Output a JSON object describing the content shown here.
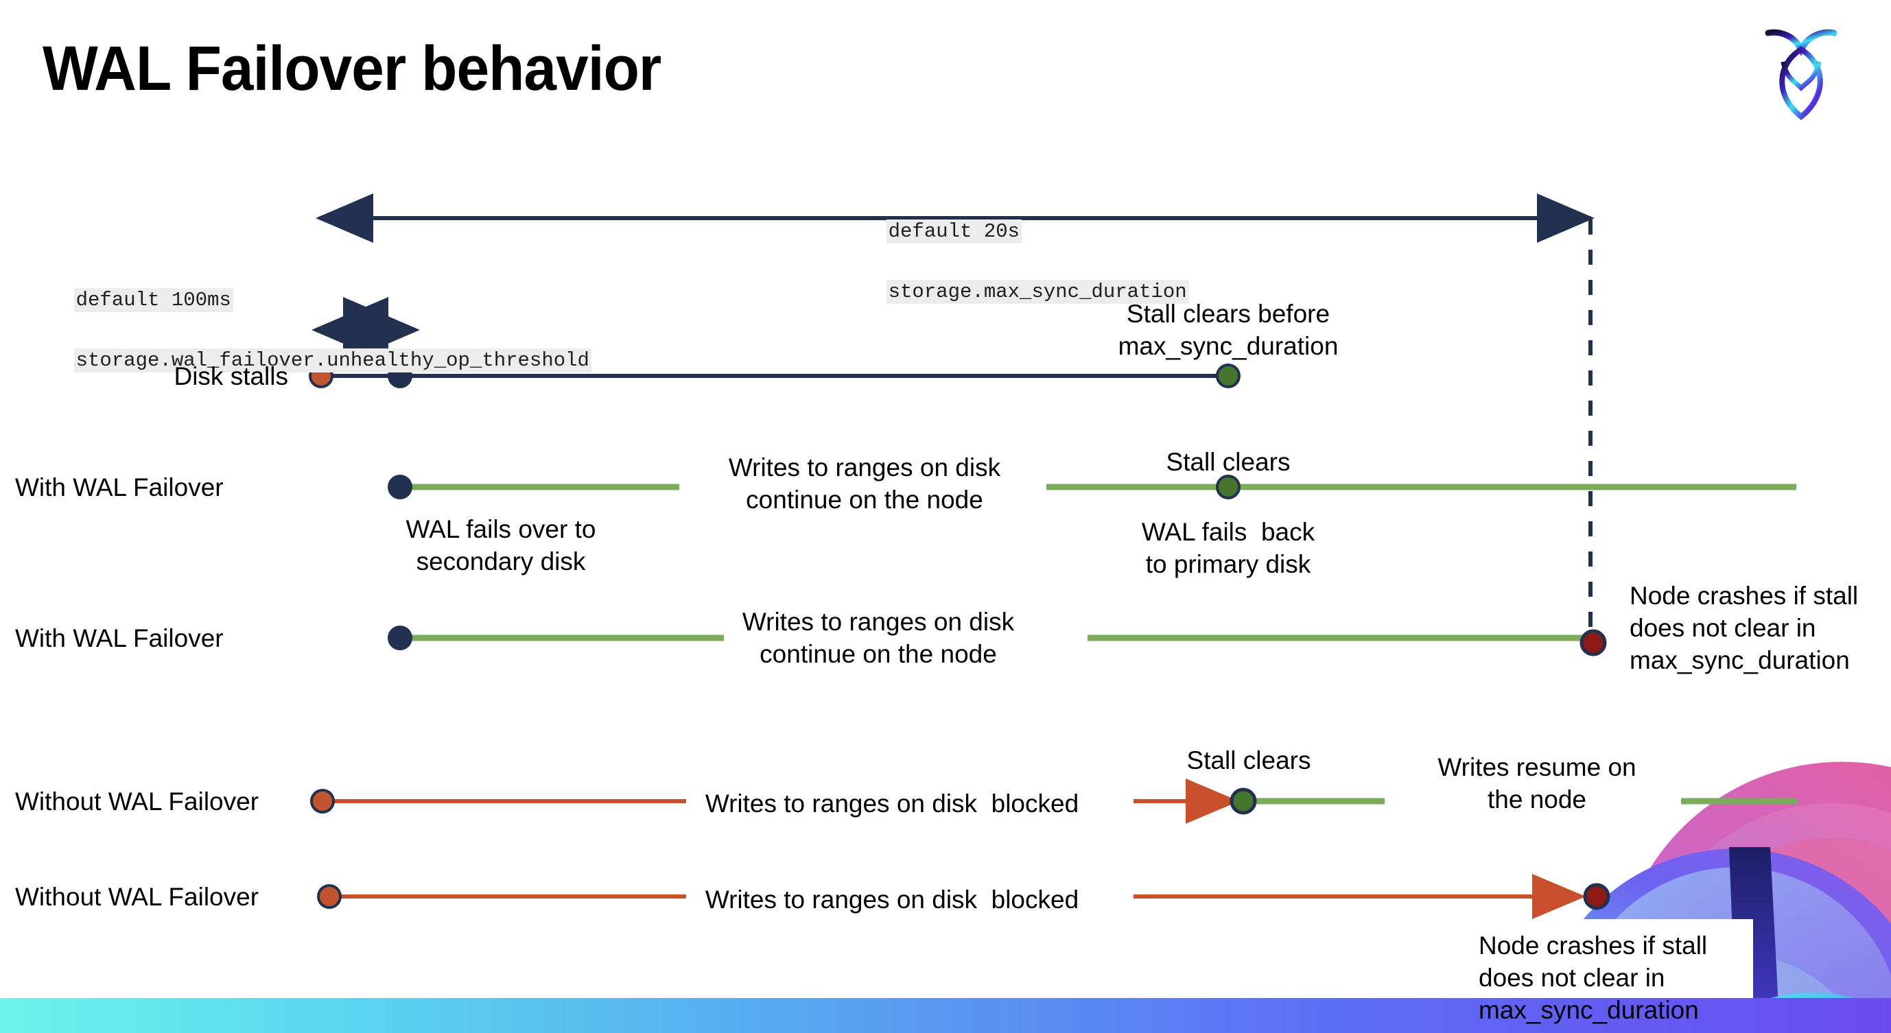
{
  "slide": {
    "title": "WAL Failover behavior",
    "logo_name": "cockroachdb-logo"
  },
  "annotations": {
    "max_sync": {
      "line1": "default 20s",
      "line2": "storage.max_sync_duration"
    },
    "unhealthy": {
      "line1": "default 100ms",
      "line2": "storage.wal_failover.unhealthy_op_threshold"
    }
  },
  "rows": [
    {
      "id": "disk-stalls",
      "name": "Disk stalls",
      "note_above": "Stall clears before\nmax_sync_duration"
    },
    {
      "id": "with-wal-failover-1",
      "name": "With WAL Failover",
      "note_mid": "Writes to ranges on disk\ncontinue on the node",
      "note_above": "Stall clears",
      "note_below_left": "WAL fails over to\nsecondary disk",
      "note_below_right": "WAL fails  back\nto primary disk"
    },
    {
      "id": "with-wal-failover-2",
      "name": "With WAL Failover",
      "note_mid": "Writes to ranges on disk\ncontinue on the node",
      "note_right": "Node crashes if stall\ndoes not clear in\nmax_sync_duration"
    },
    {
      "id": "without-wal-failover-1",
      "name": "Without WAL Failover",
      "note_mid": "Writes to ranges on disk  blocked",
      "note_above": "Stall clears",
      "note_right": "Writes resume on\nthe node"
    },
    {
      "id": "without-wal-failover-2",
      "name": "Without WAL Failover",
      "note_mid": "Writes to ranges on disk  blocked",
      "note_callout": "Node crashes if stall\ndoes not clear in\nmax_sync_duration"
    }
  ],
  "colors": {
    "navy": "#22314f",
    "green_line": "#7aac5c",
    "green_dot": "#46762e",
    "red_line": "#c8502c",
    "red_dot": "#c1552f",
    "dark_red_dot": "#8e1a16",
    "code_bg": "#ececec",
    "bar_start": "#6ef3ea",
    "bar_end": "#6b4bf0"
  }
}
